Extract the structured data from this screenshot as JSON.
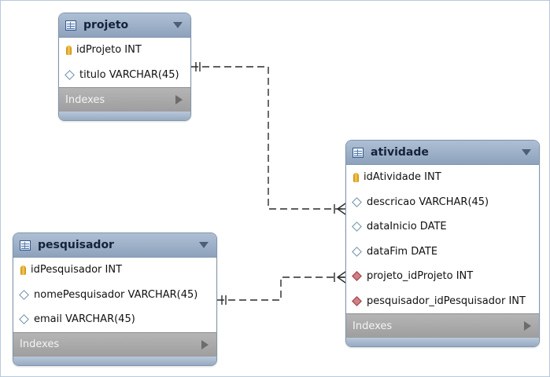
{
  "tables": {
    "projeto": {
      "title": "projeto",
      "columns": [
        {
          "label": "idProjeto INT",
          "icon": "primary-key-icon"
        },
        {
          "label": "titulo VARCHAR(45)",
          "icon": "column-diamond-icon"
        }
      ],
      "indexes_label": "Indexes"
    },
    "atividade": {
      "title": "atividade",
      "columns": [
        {
          "label": "idAtividade INT",
          "icon": "primary-key-icon"
        },
        {
          "label": "descricao VARCHAR(45)",
          "icon": "column-diamond-icon"
        },
        {
          "label": "dataInicio DATE",
          "icon": "column-diamond-icon"
        },
        {
          "label": "dataFim DATE",
          "icon": "column-diamond-icon"
        },
        {
          "label": "projeto_idProjeto INT",
          "icon": "foreign-key-diamond-icon"
        },
        {
          "label": "pesquisador_idPesquisador INT",
          "icon": "foreign-key-diamond-icon"
        }
      ],
      "indexes_label": "Indexes"
    },
    "pesquisador": {
      "title": "pesquisador",
      "columns": [
        {
          "label": "idPesquisador INT",
          "icon": "primary-key-icon"
        },
        {
          "label": "nomePesquisador VARCHAR(45)",
          "icon": "column-diamond-icon"
        },
        {
          "label": "email VARCHAR(45)",
          "icon": "column-diamond-icon"
        }
      ],
      "indexes_label": "Indexes"
    }
  },
  "relationships": [
    {
      "from": "projeto",
      "to": "atividade",
      "from_end": "one-and-only-one",
      "to_end": "one-or-many",
      "style": "dashed"
    },
    {
      "from": "pesquisador",
      "to": "atividade",
      "from_end": "one-and-only-one",
      "to_end": "one-or-many",
      "style": "dashed"
    }
  ],
  "colors": {
    "header": "#9bb0c9",
    "indexes_bar": "#a8a8a8",
    "foreign_key": "#d07f85",
    "primary_key": "#f2c23c"
  }
}
